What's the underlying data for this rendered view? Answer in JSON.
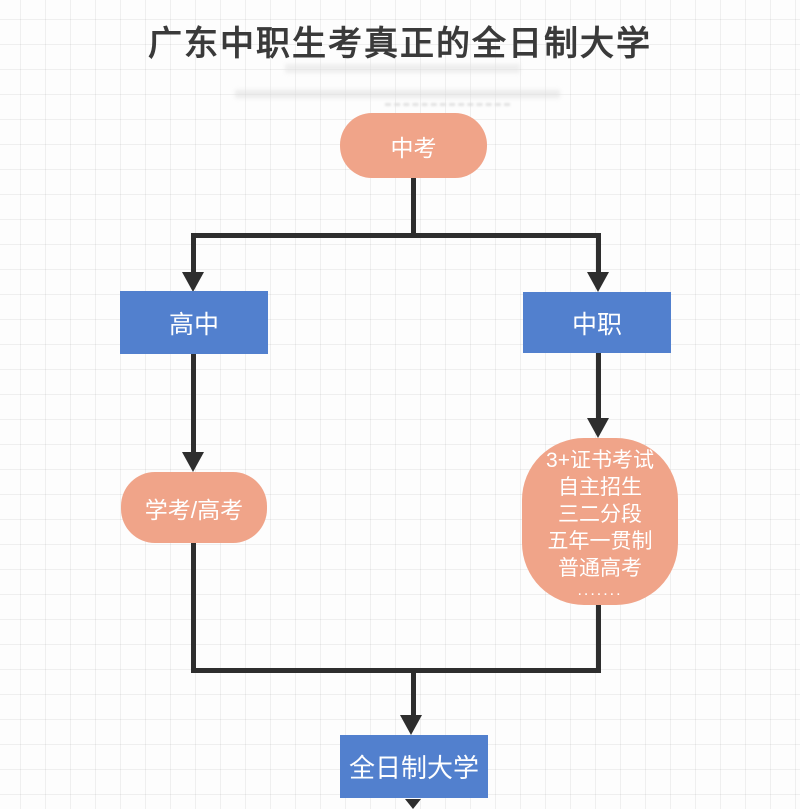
{
  "page": {
    "title": "广东中职生考真正的全日制大学"
  },
  "flowchart": {
    "nodes": {
      "zhongkao": {
        "label": "中考",
        "shape": "rounded-pill",
        "fill": "salmon"
      },
      "gaozhong": {
        "label": "高中",
        "shape": "rectangle",
        "fill": "blue"
      },
      "zhongzhi": {
        "label": "中职",
        "shape": "rectangle",
        "fill": "blue"
      },
      "xuekao": {
        "label": "学考/高考",
        "shape": "rounded-pill",
        "fill": "salmon"
      },
      "pathways": {
        "lines": [
          "3+证书考试",
          "自主招生",
          "三二分段",
          "五年一贯制",
          "普通高考",
          "......."
        ],
        "shape": "rounded-blob",
        "fill": "salmon"
      },
      "daxue": {
        "label": "全日制大学",
        "shape": "rectangle",
        "fill": "blue"
      }
    },
    "edges": [
      {
        "from": "zhongkao",
        "to": "gaozhong"
      },
      {
        "from": "zhongkao",
        "to": "zhongzhi"
      },
      {
        "from": "gaozhong",
        "to": "xuekao"
      },
      {
        "from": "zhongzhi",
        "to": "pathways"
      },
      {
        "from": "xuekao",
        "to": "daxue"
      },
      {
        "from": "pathways",
        "to": "daxue"
      }
    ]
  },
  "colors": {
    "salmon": "#F0A489",
    "blue": "#5280CE",
    "arrow": "#2E2E2E",
    "title_text": "#3A3A3A",
    "node_text": "#FFFFFF",
    "grid_line": "#EFEFEF",
    "background": "#FDFDFD"
  }
}
